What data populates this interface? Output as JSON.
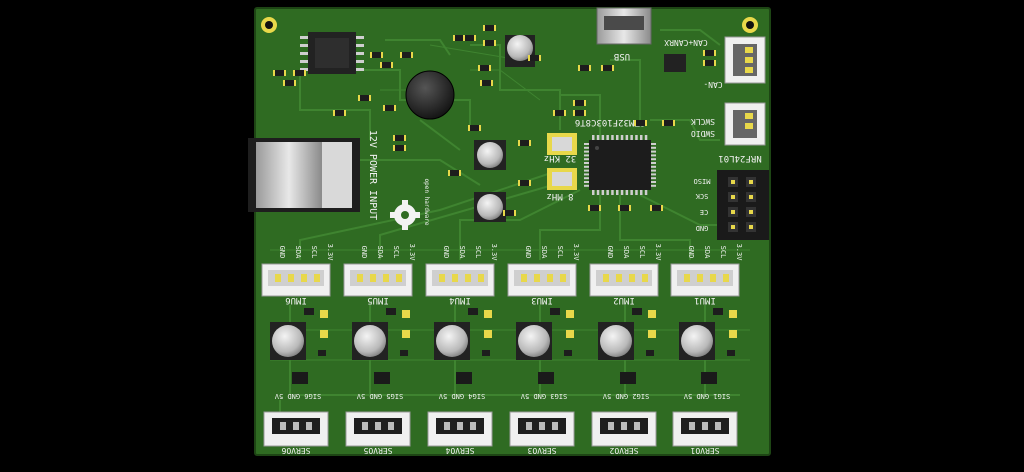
{
  "board": {
    "labels": {
      "usb": "USB",
      "can_rx": "CAN+CANRX",
      "can_minus": "CAN-",
      "swclk": "SWCLK",
      "swdio": "SWDIO",
      "mcu": "STM32F103C8T6",
      "nrf": "NRF24L01",
      "miso": "MISO",
      "sck": "SCK",
      "ce": "CE",
      "gnd": "GND",
      "xtal32": "32 KHz",
      "xtal8": "8 MHz",
      "power": "12V POWER INPUT",
      "oshw": "open hardware"
    },
    "imu_pins": [
      "GND",
      "SDA",
      "SCL",
      "3.3V"
    ],
    "imus": [
      "IMU6",
      "IMU5",
      "IMU4",
      "IMU3",
      "IMU2",
      "IMU1"
    ],
    "servos": [
      {
        "pins": "SIG6 GND 5V",
        "name": "SERVO6"
      },
      {
        "pins": "SIG5 GND 5V",
        "name": "SERVO5"
      },
      {
        "pins": "SIG4 GND 5V",
        "name": "SERVO4"
      },
      {
        "pins": "SIG3 GND 5V",
        "name": "SERVO3"
      },
      {
        "pins": "SIG2 GND 5V",
        "name": "SERVO2"
      },
      {
        "pins": "SIG1 GND 5V",
        "name": "SERVO1"
      }
    ]
  },
  "colors": {
    "background": "#000000",
    "pcb": "#2f6b22",
    "trace": "#3d7d2c",
    "silk": "#f2f2f2",
    "pad": "#e8d84a",
    "chip": "#202020"
  }
}
